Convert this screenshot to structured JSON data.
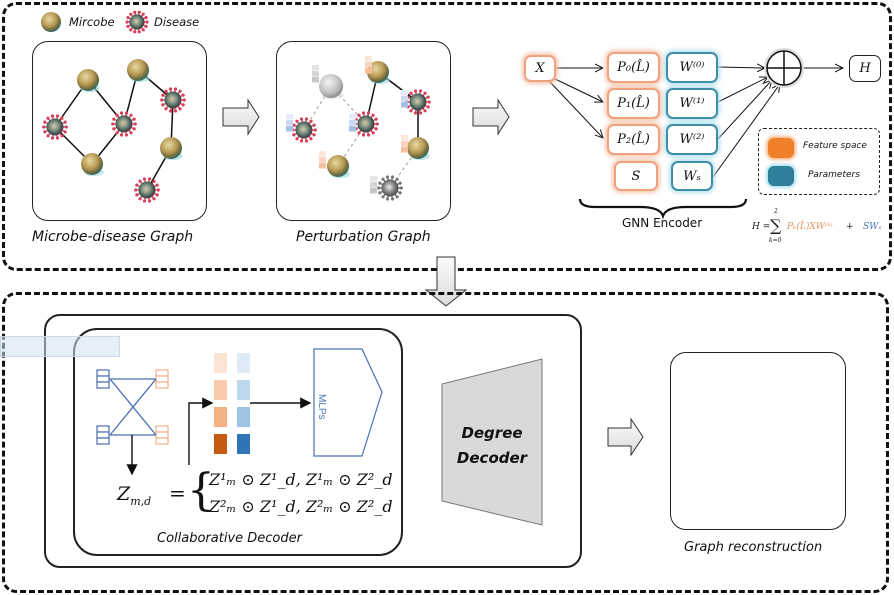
{
  "legend_top": {
    "microbe_label": "Mircobe",
    "disease_label": "Disease"
  },
  "panels": {
    "microbe_disease_graph": {
      "caption": "Microbe-disease Graph"
    },
    "perturbation_graph": {
      "caption": "Perturbation Graph"
    },
    "gnn_encoder": {
      "caption": "GNN Encoder",
      "input": "X",
      "output": "H",
      "feature_boxes": [
        "P₀(L̂)",
        "P₁(L̂)",
        "P₂(L̂)",
        "S"
      ],
      "param_boxes": [
        "W⁽⁰⁾",
        "W⁽¹⁾",
        "W⁽²⁾",
        "Wₛ"
      ],
      "legend": {
        "feature_label": "Feature space",
        "param_label": "Parameters",
        "feature_color": "#f07f2c",
        "param_color": "#2e7f99"
      },
      "formula": {
        "lhs": "H = ",
        "sum": "∑",
        "sum_top": "2",
        "sum_bottom": "k=0",
        "term1": "Pₖ(L̂)XW⁽ᵏ⁾",
        "plus": " + ",
        "term2": "SWₛ"
      }
    },
    "collaborative_decoder": {
      "caption": "Collaborative Decoder",
      "mlp_label": "MLPs",
      "equation": {
        "lhs": "Z",
        "lhs_sub": "m,d",
        "eq": "=",
        "row1": [
          "Z¹ₘ ⊙ Z¹_d",
          "Z¹ₘ ⊙ Z²_d"
        ],
        "row2": [
          "Z²ₘ ⊙ Z¹_d",
          "Z²ₘ ⊙ Z²_d"
        ]
      },
      "orange_shades": [
        "#fbe3d6",
        "#f8cbad",
        "#f4b183",
        "#c55a11"
      ],
      "blue_shades": [
        "#deebf7",
        "#bdd7ee",
        "#9dc3e6",
        "#2e75b6"
      ]
    },
    "degree_decoder": {
      "line1": "Degree",
      "line2": "Decoder"
    },
    "graph_reconstruction": {
      "caption": "Graph reconstruction"
    }
  }
}
